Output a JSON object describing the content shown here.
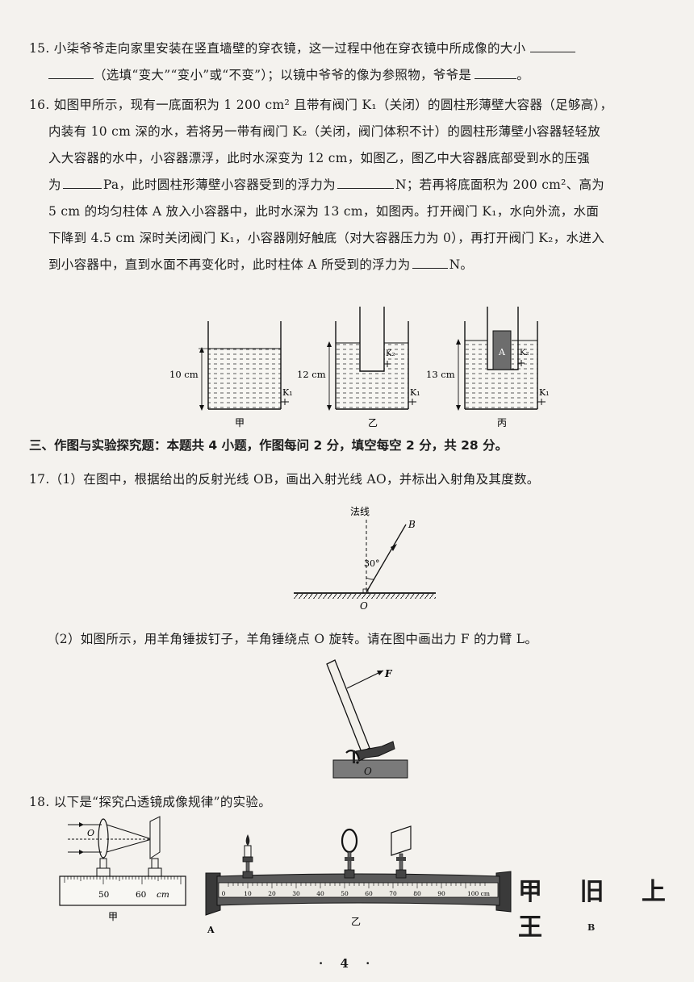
{
  "q15": {
    "line1": "15. 小柒爷爷走向家里安装在竖直墙壁的穿衣镜，这一过程中他在穿衣镜中所成像的大小",
    "line2a": "（选填“变大”“变小”或“不变”）；以镜中爷爷的像为参照物，爷爷是",
    "line2b": "。"
  },
  "q16": {
    "line1": "16. 如图甲所示，现有一底面积为 1 200 cm² 且带有阀门 K₁（关闭）的圆柱形薄壁大容器（足够高），",
    "line2": "内装有 10 cm 深的水，若将另一带有阀门 K₂（关闭，阀门体积不计）的圆柱形薄壁小容器轻轻放",
    "line3": "入大容器的水中，小容器漂浮，此时水深变为 12 cm，如图乙，图乙中大容器底部受到水的压强",
    "line4a": "为",
    "line4b": "Pa，此时圆柱形薄壁小容器受到的浮力为",
    "line4c": "N；若再将底面积为 200 cm²、高为",
    "line5": "5 cm 的均匀柱体 A 放入小容器中，此时水深为 13 cm，如图丙。打开阀门 K₁，水向外流，水面",
    "line6": "下降到 4.5 cm 深时关闭阀门 K₁，小容器刚好触底（对大容器压力为 0），再打开阀门 K₂，水进入",
    "line7a": "到小容器中，直到水面不再变化时，此时柱体 A 所受到的浮力为",
    "line7b": "N。"
  },
  "fig16": {
    "jia": {
      "depth": "10 cm",
      "valve": "K₁",
      "caption": "甲"
    },
    "yi": {
      "depth": "12 cm",
      "valve1": "K₁",
      "valve2": "K₂",
      "caption": "乙"
    },
    "bing": {
      "depth": "13 cm",
      "valve1": "K₁",
      "valve2": "K₂",
      "block": "A",
      "caption": "丙"
    }
  },
  "section3": "三、作图与实验探究题：本题共 4 小题，作图每问 2 分，填空每空 2 分，共 28 分。",
  "q17": {
    "part1": "17.（1）在图中，根据给出的反射光线 OB，画出入射光线 AO，并标出入射角及其度数。",
    "fig1": {
      "normal": "法线",
      "b": "B",
      "o": "O",
      "angle": "30°"
    },
    "part2": "（2）如图所示，用羊角锤拔钉子，羊角锤绕点 O 旋转。请在图中画出力 F 的力臂 L。",
    "fig2": {
      "f": "F",
      "o": "O"
    }
  },
  "q18": {
    "text": "18. 以下是“探究凸透镜成像规律”的实验。",
    "fig_jia": {
      "o": "O",
      "t50": "50",
      "t60": "60",
      "unit": "cm",
      "caption": "甲"
    },
    "fig_yi": {
      "ticks": [
        "0",
        "10",
        "20",
        "30",
        "40",
        "50",
        "60",
        "70",
        "80",
        "90",
        "100 cm"
      ],
      "caption": "乙",
      "a": "A",
      "b": "B"
    },
    "side_label": "甲 旧 上 王"
  },
  "page_number": "· 4 ·"
}
